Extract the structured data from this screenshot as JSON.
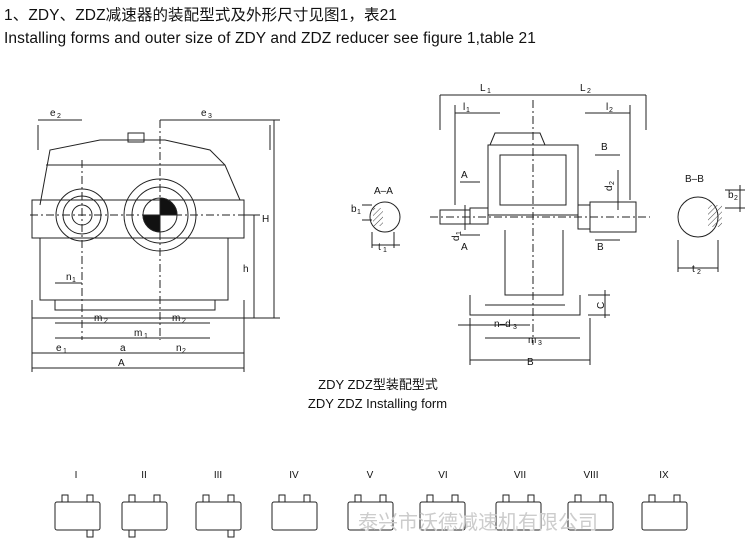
{
  "header": {
    "title_cn": "1、ZDY、ZDZ减速器的装配型式及外形尺寸见图1，表21",
    "title_en": "Installing forms and outer size of ZDY and ZDZ reducer see figure 1,table 21"
  },
  "figure": {
    "caption_cn": "ZDY ZDZ型装配型式",
    "caption_en": "ZDY ZDZ Installing form",
    "front_view": {
      "labels": [
        "e",
        "2",
        "e",
        "3",
        "H",
        "h",
        "n",
        "1",
        "m",
        "2",
        "m",
        "2",
        "m",
        "1",
        "e",
        "1",
        "a",
        "n",
        "2",
        "A"
      ]
    },
    "section_aa": {
      "title": "A–A",
      "b": "b",
      "b_sub": "1",
      "t": "t",
      "t_sub": "1"
    },
    "side_view": {
      "labels": [
        "L",
        "1",
        "L",
        "2",
        "l",
        "1",
        "l",
        "2",
        "A",
        "A",
        "B",
        "B",
        "d",
        "2",
        "d",
        "1",
        "C",
        "n–d",
        "3",
        "m",
        "3",
        "B"
      ]
    },
    "section_bb": {
      "title": "B–B",
      "b": "b",
      "b_sub": "2",
      "t": "t",
      "t_sub": "2"
    },
    "forms": [
      "I",
      "II",
      "III",
      "IV",
      "V",
      "VI",
      "VII",
      "VIII",
      "IX"
    ]
  },
  "watermark": "泰兴市沃德减速机有限公司"
}
